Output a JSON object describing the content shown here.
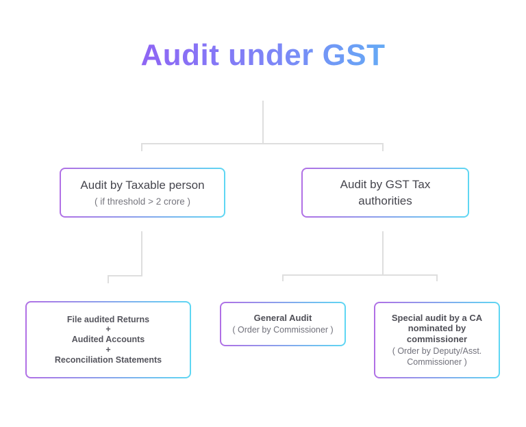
{
  "title": "Audit under GST",
  "colors": {
    "title_gradient_start": "#9c4cf2",
    "title_gradient_mid": "#7d86f7",
    "title_gradient_end": "#4fc9f3",
    "box_border_gradient_start": "#b06fe5",
    "box_border_gradient_end": "#5ed7f3",
    "connector_line": "#dedede",
    "text_primary": "#45454d",
    "text_secondary": "#76767e",
    "background": "#ffffff"
  },
  "nodes": {
    "taxable_person": {
      "title": "Audit by Taxable person",
      "subtitle": "( if threshold > 2 crore )"
    },
    "gst_authorities": {
      "title": "Audit by GST Tax authorities"
    },
    "file_returns": {
      "lines": [
        "File audited Returns",
        "+",
        "Audited Accounts",
        "+",
        "Reconciliation Statements"
      ]
    },
    "general_audit": {
      "title": "General Audit",
      "subtitle": "( Order by Commissioner )"
    },
    "special_audit": {
      "title": "Special audit by a CA nominated by commissioner",
      "subtitle": "( Order by Deputy/Asst. Commissioner )"
    }
  }
}
